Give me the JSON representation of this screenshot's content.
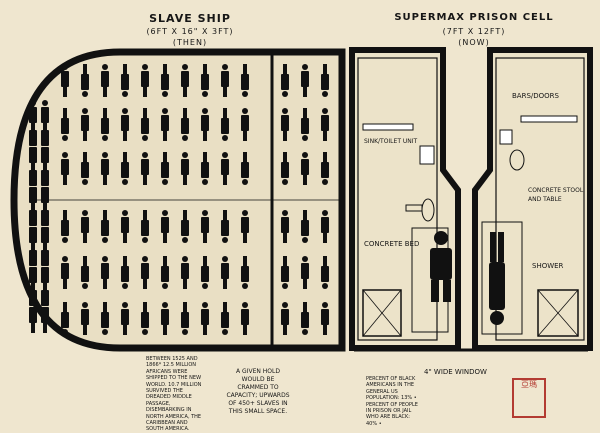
{
  "ship": {
    "title": "SLAVE SHIP",
    "dimensions": "(6FT X 16\" X 3FT)",
    "era": "(THEN)",
    "note_history": "BETWEEN 1525 AND 1866* 12.5 MILLION AFRICANS WERE SHIPPED TO THE NEW WORLD. 10.7 MILLION SURVIVED THE DREADED MIDDLE PASSAGE, DISEMBARKING IN NORTH AMERICA, THE CARIBBEAN AND SOUTH AMERICA.",
    "note_capacity": "A GIVEN HOLD WOULD BE CRAMMED TO CAPACITY; UPWARDS OF 450+ SLAVES IN THIS SMALL SPACE."
  },
  "cell": {
    "title": "SUPERMAX PRISON CELL",
    "dimensions": "(7FT X 12FT)",
    "era": "(NOW)",
    "label_bars": "BARS/DOORS",
    "label_sink": "SINK/TOILET UNIT",
    "label_stool": "CONCRETE STOOL AND TABLE",
    "label_bed": "CONCRETE BED",
    "label_shower": "SHOWER",
    "label_window": "4\" WIDE WINDOW",
    "note_stats": "PERCENT OF BLACK AMERICANS IN THE GENERAL US POPULATION: 13% • PERCENT OF PEOPLE IN PRISON OR JAIL WHO ARE BLACK: 40% •"
  },
  "stamp": {
    "text": "亞瑪"
  },
  "colors": {
    "paper": "#efe6cf",
    "ink": "#161616",
    "stamp": "#b33b32"
  }
}
